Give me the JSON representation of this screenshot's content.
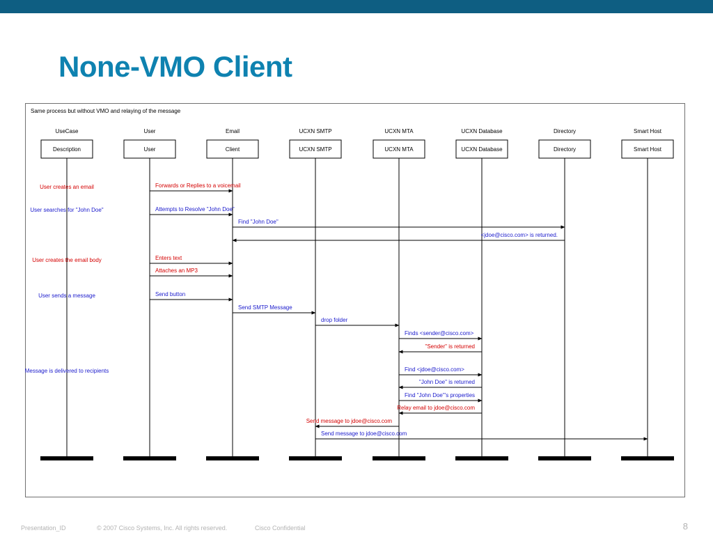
{
  "slide": {
    "title": "None-VMO Client",
    "footer_id": "Presentation_ID",
    "footer_copyright": "© 2007 Cisco Systems, Inc. All rights reserved.",
    "footer_confidential": "Cisco Confidential",
    "page_number": "8"
  },
  "diagram": {
    "note": "Same process but without VMO and relaying of the message",
    "colors": {
      "red": "#d40000",
      "blue": "#1a1acc",
      "black": "#000000"
    },
    "lifelines": [
      {
        "id": "usecase",
        "header": "UseCase",
        "box": "Description"
      },
      {
        "id": "user",
        "header": "User",
        "box": "User"
      },
      {
        "id": "email",
        "header": "Email",
        "box": "Client"
      },
      {
        "id": "smtp",
        "header": "UCXN SMTP",
        "box": "UCXN SMTP"
      },
      {
        "id": "mta",
        "header": "UCXN MTA",
        "box": "UCXN MTA"
      },
      {
        "id": "db",
        "header": "UCXN Database",
        "box": "UCXN Database"
      },
      {
        "id": "dir",
        "header": "Directory",
        "box": "Directory"
      },
      {
        "id": "smart",
        "header": "Smart Host",
        "box": "Smart Host"
      }
    ],
    "usecases": [
      {
        "text": "User creates an email",
        "color": "red"
      },
      {
        "text": "User searches for \"John Doe\"",
        "color": "blue"
      },
      {
        "text": "User creates the email body",
        "color": "red"
      },
      {
        "text": "User sends a message",
        "color": "blue"
      },
      {
        "text": "Message is delivered to recipients",
        "color": "blue"
      }
    ],
    "messages": [
      {
        "from": "user",
        "to": "email",
        "label": "Forwards or Replies to a voicemail",
        "color": "red"
      },
      {
        "from": "user",
        "to": "email",
        "label": "Attempts to Resolve \"John Doe\"",
        "color": "blue"
      },
      {
        "from": "email",
        "to": "dir",
        "label": "Find \"John Doe\"",
        "color": "blue"
      },
      {
        "from": "dir",
        "to": "email",
        "label": "<jdoe@cisco.com> is returned.",
        "color": "blue"
      },
      {
        "from": "user",
        "to": "email",
        "label": "Enters text",
        "color": "red"
      },
      {
        "from": "user",
        "to": "email",
        "label": "Attaches an MP3",
        "color": "red"
      },
      {
        "from": "user",
        "to": "email",
        "label": "Send button",
        "color": "blue"
      },
      {
        "from": "email",
        "to": "smtp",
        "label": "Send SMTP Message",
        "color": "blue"
      },
      {
        "from": "smtp",
        "to": "mta",
        "label": "drop folder",
        "color": "blue"
      },
      {
        "from": "mta",
        "to": "db",
        "label": "Finds <sender@cisco.com>",
        "color": "blue"
      },
      {
        "from": "db",
        "to": "mta",
        "label": "\"Sender\" is returned",
        "color": "red"
      },
      {
        "from": "mta",
        "to": "db",
        "label": "Find <jdoe@cisco.com>",
        "color": "blue"
      },
      {
        "from": "db",
        "to": "mta",
        "label": "\"John Doe\" is returned",
        "color": "blue"
      },
      {
        "from": "mta",
        "to": "db",
        "label": "Find \"John Doe\"'s properties",
        "color": "blue"
      },
      {
        "from": "db",
        "to": "mta",
        "label": "Relay email to jdoe@cisco.com",
        "color": "red"
      },
      {
        "from": "mta",
        "to": "smtp",
        "label": "Send message to jdoe@cisco.com",
        "color": "red"
      },
      {
        "from": "smtp",
        "to": "smart",
        "label": "Send message to jdoe@cisco.com",
        "color": "blue"
      }
    ]
  }
}
